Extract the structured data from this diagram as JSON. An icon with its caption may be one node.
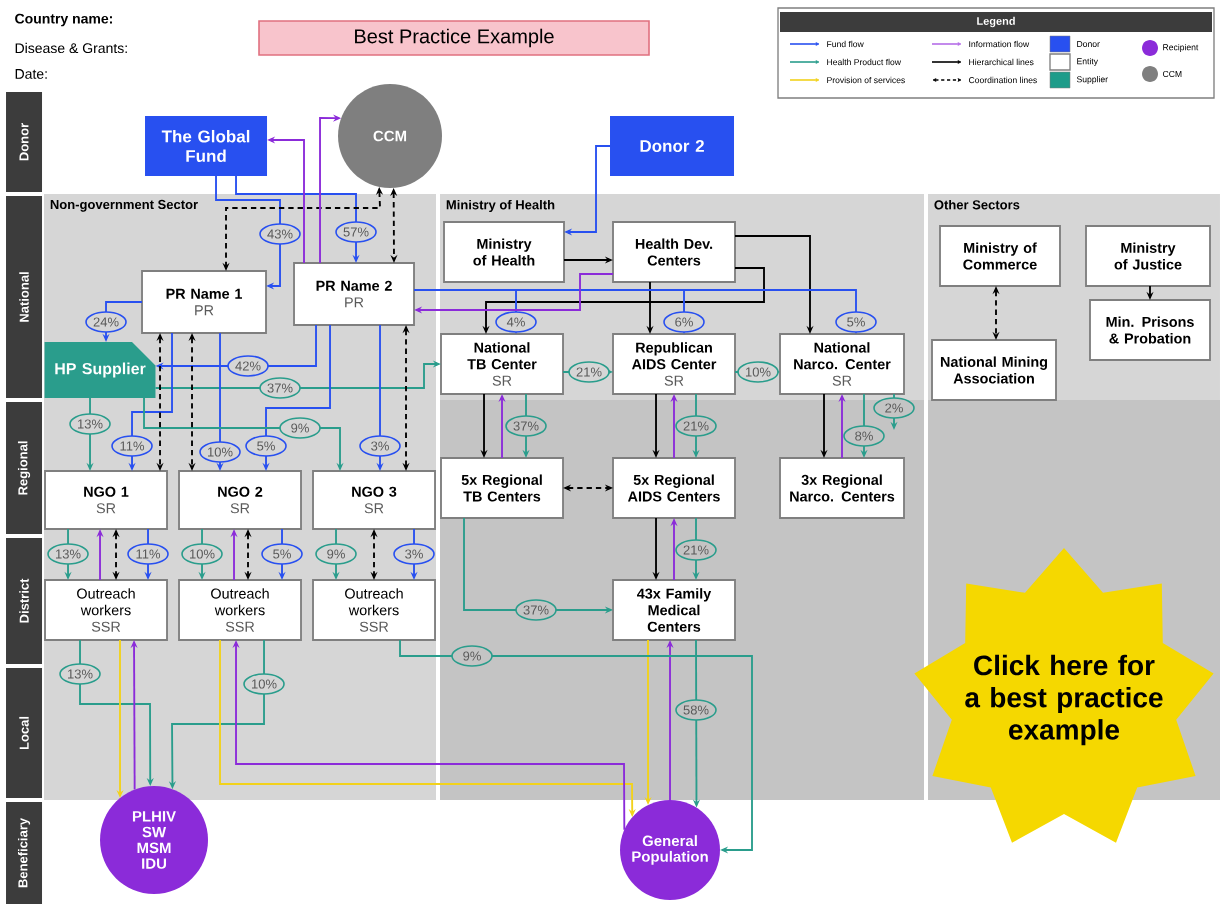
{
  "diagram": {
    "title": "Best Practice Example",
    "nodes": [
      {
        "text": [
          "Non-government Sector"
        ]
      },
      {
        "text": [
          "Ministry of Health"
        ]
      },
      {
        "text": [
          "Other Sectors"
        ]
      },
      {
        "text": [
          "The Global Fund"
        ]
      },
      {
        "text": [
          "CCM"
        ]
      },
      {
        "text": [
          "Donor 2"
        ]
      },
      {
        "text": [
          "PR Name 1",
          "PR"
        ],
        "in": 0
      },
      {
        "text": [
          "PR Name 2",
          "PR"
        ],
        "in": 0
      },
      {
        "text": [
          "HP Supplier"
        ],
        "in": 0
      },
      {
        "text": [
          "NGO 1",
          "SR"
        ],
        "in": 0
      },
      {
        "text": [
          "NGO 2",
          "SR"
        ],
        "in": 0
      },
      {
        "text": [
          "NGO 3",
          "SR"
        ],
        "in": 0
      },
      {
        "text": [
          "Outreach workers",
          "SSR"
        ],
        "in": 0
      },
      {
        "text": [
          "Outreach workers",
          "SSR"
        ],
        "in": 0
      },
      {
        "text": [
          "Outreach workers",
          "SSR"
        ],
        "in": 0
      },
      {
        "text": [
          "Ministry of Health"
        ],
        "in": 1
      },
      {
        "text": [
          "Health Dev. Centers"
        ],
        "in": 1
      },
      {
        "text": [
          "National TB Center",
          "SR"
        ],
        "in": 1
      },
      {
        "text": [
          "Republican AIDS Center",
          "SR"
        ],
        "in": 1
      },
      {
        "text": [
          "National Narco. Center",
          "SR"
        ],
        "in": 1
      },
      {
        "text": [
          "5x Regional TB Centers"
        ],
        "in": 1
      },
      {
        "text": [
          "5x Regional AIDS Centers"
        ],
        "in": 1
      },
      {
        "text": [
          "3x Regional Narco. Centers"
        ],
        "in": 1
      },
      {
        "text": [
          "Ministry of Commerce"
        ],
        "in": 2
      },
      {
        "text": [
          "Ministry of Justice"
        ],
        "in": 2
      },
      {
        "text": [
          "National Mining Association"
        ],
        "in": 2
      },
      {
        "text": [
          "Min. Prisons & Probation"
        ],
        "in": 2
      },
      {
        "text": [
          "43x Family Medical Centers"
        ],
        "in": 1
      },
      {
        "text": [
          "PLHIV SW MSM IDU"
        ]
      },
      {
        "text": [
          "General Population"
        ]
      },
      {
        "text": [
          "Click here for a best practice example"
        ]
      }
    ],
    "edges": [
      {
        "from": 3,
        "to": 6,
        "arrow": "to",
        "color": "#2850f0",
        "label": "43%"
      },
      {
        "from": 3,
        "to": 7,
        "arrow": "to",
        "color": "#2850f0",
        "label": "57%"
      },
      {
        "from": 4,
        "to": 6,
        "arrow": "both",
        "style": "dashed",
        "color": "#000000"
      },
      {
        "from": 4,
        "to": 7,
        "arrow": "both",
        "style": "dashed",
        "color": "#000000"
      },
      {
        "from": 7,
        "to": 3,
        "arrow": "to",
        "color": "#8b2bd9"
      },
      {
        "from": 7,
        "to": 4,
        "arrow": "to",
        "color": "#8b2bd9"
      },
      {
        "from": 6,
        "to": 8,
        "arrow": "to",
        "color": "#2850f0",
        "label": "24%"
      },
      {
        "from": 7,
        "to": 8,
        "arrow": "to",
        "color": "#2850f0",
        "label": "42%"
      },
      {
        "from": 8,
        "to": 17,
        "arrow": "to",
        "color": "#2a9d8c",
        "label": "37%"
      },
      {
        "from": 17,
        "to": 18,
        "arrow": "to",
        "color": "#2a9d8c",
        "label": "21%"
      },
      {
        "from": 18,
        "to": 19,
        "arrow": "to",
        "color": "#2a9d8c",
        "label": "10%"
      },
      {
        "from": 5,
        "to": 15,
        "arrow": "to",
        "color": "#2850f0"
      },
      {
        "from": 15,
        "to": 16,
        "arrow": "to",
        "color": "#000000"
      },
      {
        "from": 16,
        "to": 17,
        "arrow": "to",
        "color": "#000000"
      },
      {
        "from": 16,
        "to": 18,
        "arrow": "to",
        "color": "#000000"
      },
      {
        "from": 16,
        "to": 19,
        "arrow": "to",
        "color": "#000000"
      },
      {
        "from": 7,
        "to": 17,
        "arrow": "to",
        "color": "#2850f0",
        "label": "4%"
      },
      {
        "from": 7,
        "to": 18,
        "arrow": "to",
        "color": "#2850f0",
        "label": "6%"
      },
      {
        "from": 7,
        "to": 19,
        "arrow": "to",
        "color": "#2850f0",
        "label": "5%"
      },
      {
        "from": 16,
        "to": 7,
        "arrow": "to",
        "color": "#8b2bd9"
      },
      {
        "from": 17,
        "to": 20,
        "arrow": "to",
        "color": "#000000"
      },
      {
        "from": 18,
        "to": 21,
        "arrow": "to",
        "color": "#000000"
      },
      {
        "from": 19,
        "to": 22,
        "arrow": "to",
        "color": "#000000"
      },
      {
        "from": 17,
        "to": 20,
        "arrow": "to",
        "color": "#2a9d8c",
        "label": "37%"
      },
      {
        "from": 18,
        "to": 21,
        "arrow": "to",
        "color": "#2a9d8c",
        "label": "21%"
      },
      {
        "from": 19,
        "to": 22,
        "arrow": "to",
        "color": "#2a9d8c",
        "label": "8%"
      },
      {
        "from": 20,
        "to": 17,
        "arrow": "to",
        "color": "#8b2bd9"
      },
      {
        "from": 21,
        "to": 18,
        "arrow": "to",
        "color": "#8b2bd9"
      },
      {
        "from": 22,
        "to": 19,
        "arrow": "to",
        "color": "#8b2bd9"
      },
      {
        "from": 19,
        "to": null,
        "arrow": "to",
        "color": "#2a9d8c",
        "label": "2%"
      },
      {
        "from": 20,
        "to": 21,
        "arrow": "both",
        "style": "dashed",
        "color": "#000000"
      },
      {
        "from": 21,
        "to": 27,
        "arrow": "to",
        "color": "#000000"
      },
      {
        "from": 21,
        "to": 27,
        "arrow": "to",
        "color": "#2a9d8c",
        "label": "21%"
      },
      {
        "from": 27,
        "to": 21,
        "arrow": "to",
        "color": "#8b2bd9"
      },
      {
        "from": 20,
        "to": 27,
        "arrow": "to",
        "color": "#2a9d8c",
        "label": "37%"
      },
      {
        "from": 27,
        "to": 29,
        "arrow": "to",
        "color": "#2a9d8c",
        "label": "58%"
      },
      {
        "from": 29,
        "to": 27,
        "arrow": "to",
        "color": "#8b2bd9"
      },
      {
        "from": 27,
        "to": 29,
        "arrow": "to",
        "color": "#f2d21b"
      },
      {
        "from": 6,
        "to": 9,
        "arrow": "to",
        "color": "#2850f0",
        "label": "11%"
      },
      {
        "from": 6,
        "to": 10,
        "arrow": "to",
        "color": "#2850f0",
        "label": "10%"
      },
      {
        "from": 7,
        "to": 10,
        "arrow": "to",
        "color": "#2850f0",
        "label": "5%"
      },
      {
        "from": 7,
        "to": 11,
        "arrow": "to",
        "color": "#2850f0",
        "label": "3%"
      },
      {
        "from": 8,
        "to": 9,
        "arrow": "to",
        "color": "#2a9d8c",
        "label": "13%"
      },
      {
        "from": 8,
        "to": 11,
        "arrow": "to",
        "color": "#2a9d8c",
        "label": "9%"
      },
      {
        "from": 6,
        "to": 9,
        "arrow": "both",
        "style": "dashed",
        "color": "#000000"
      },
      {
        "from": 6,
        "to": 10,
        "arrow": "both",
        "style": "dashed",
        "color": "#000000"
      },
      {
        "from": 7,
        "to": 11,
        "arrow": "both",
        "style": "dashed",
        "color": "#000000"
      },
      {
        "from": 9,
        "to": 12,
        "arrow": "to",
        "color": "#2a9d8c",
        "label": "13%"
      },
      {
        "from": 9,
        "to": 12,
        "arrow": "to",
        "color": "#2850f0",
        "label": "11%"
      },
      {
        "from": 9,
        "to": 12,
        "arrow": "both",
        "style": "dashed",
        "color": "#000000"
      },
      {
        "from": 12,
        "to": 9,
        "arrow": "to",
        "color": "#8b2bd9"
      },
      {
        "from": 10,
        "to": 13,
        "arrow": "to",
        "color": "#2a9d8c",
        "label": "10%"
      },
      {
        "from": 10,
        "to": 13,
        "arrow": "to",
        "color": "#2850f0",
        "label": "5%"
      },
      {
        "from": 10,
        "to": 13,
        "arrow": "both",
        "style": "dashed",
        "color": "#000000"
      },
      {
        "from": 13,
        "to": 10,
        "arrow": "to",
        "color": "#8b2bd9"
      },
      {
        "from": 11,
        "to": 14,
        "arrow": "to",
        "color": "#2a9d8c",
        "label": "9%"
      },
      {
        "from": 11,
        "to": 14,
        "arrow": "to",
        "color": "#2850f0",
        "label": "3%"
      },
      {
        "from": 11,
        "to": 14,
        "arrow": "both",
        "style": "dashed",
        "color": "#000000"
      },
      {
        "from": 12,
        "to": 28,
        "arrow": "to",
        "color": "#2a9d8c",
        "label": "13%"
      },
      {
        "from": 12,
        "to": 28,
        "arrow": "to",
        "color": "#f2d21b"
      },
      {
        "from": 28,
        "to": 12,
        "arrow": "to",
        "color": "#8b2bd9"
      },
      {
        "from": 13,
        "to": 28,
        "arrow": "to",
        "color": "#2a9d8c",
        "label": "10%"
      },
      {
        "from": 13,
        "to": 29,
        "arrow": "to",
        "color": "#f2d21b"
      },
      {
        "from": 29,
        "to": 13,
        "arrow": "to",
        "color": "#8b2bd9"
      },
      {
        "from": 14,
        "to": 29,
        "arrow": "to",
        "color": "#2a9d8c",
        "label": "9%"
      },
      {
        "from": 23,
        "to": 25,
        "arrow": "both",
        "style": "dashed",
        "color": "#000000"
      },
      {
        "from": 24,
        "to": 26,
        "arrow": "to",
        "color": "#000000"
      }
    ],
    "labels": [
      "Country name:",
      "Disease & Grants:",
      "Date:",
      "Legend",
      "Donor",
      "National",
      "Regional",
      "District",
      "Local",
      "Beneficiary"
    ],
    "legend": [
      {
        "text": "Fund flow"
      },
      {
        "text": "Health Product flow"
      },
      {
        "text": "Provision of services"
      },
      {
        "text": "Information flow"
      },
      {
        "text": "Hierarchical lines"
      },
      {
        "text": "Coordination lines"
      },
      {
        "text": "Donor",
        "color": "#2850f0"
      },
      {
        "text": "Entity"
      },
      {
        "text": "Supplier",
        "color": "#1e9c8a"
      },
      {
        "text": "Recipient",
        "color": "#8b2bd9"
      },
      {
        "text": "CCM",
        "color": "#7f7f7f"
      }
    ]
  }
}
